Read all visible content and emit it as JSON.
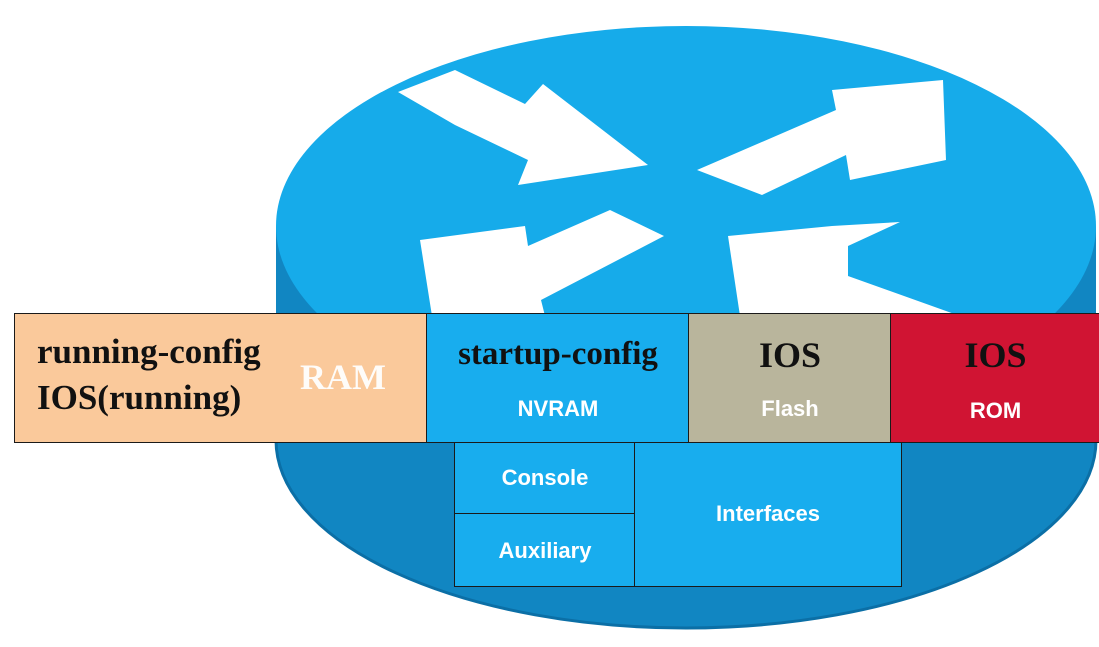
{
  "colors": {
    "router_top": "#16abea",
    "router_side": "#1186c2",
    "router_side_edge": "#0b6fa6",
    "arrow": "#ffffff",
    "ram_fill": "#fac99b",
    "nvram_fill": "#18adee",
    "flash_fill": "#b9b59c",
    "rom_fill": "#d01433",
    "port_fill": "#18adee",
    "border": "#1a1a1a"
  },
  "icons": {
    "router": "router-icon",
    "arrows": [
      "arrow-in-left-icon",
      "arrow-out-right-icon",
      "arrow-out-left-icon",
      "arrow-in-right-icon"
    ]
  },
  "ram": {
    "line1": "running-config",
    "line2": "IOS(running)",
    "label": "RAM"
  },
  "nvram": {
    "title": "startup-config",
    "label": "NVRAM"
  },
  "flash": {
    "title": "IOS",
    "label": "Flash"
  },
  "rom": {
    "title": "IOS",
    "label": "ROM"
  },
  "ports": {
    "console": "Console",
    "auxiliary": "Auxiliary",
    "interfaces": "Interfaces"
  }
}
